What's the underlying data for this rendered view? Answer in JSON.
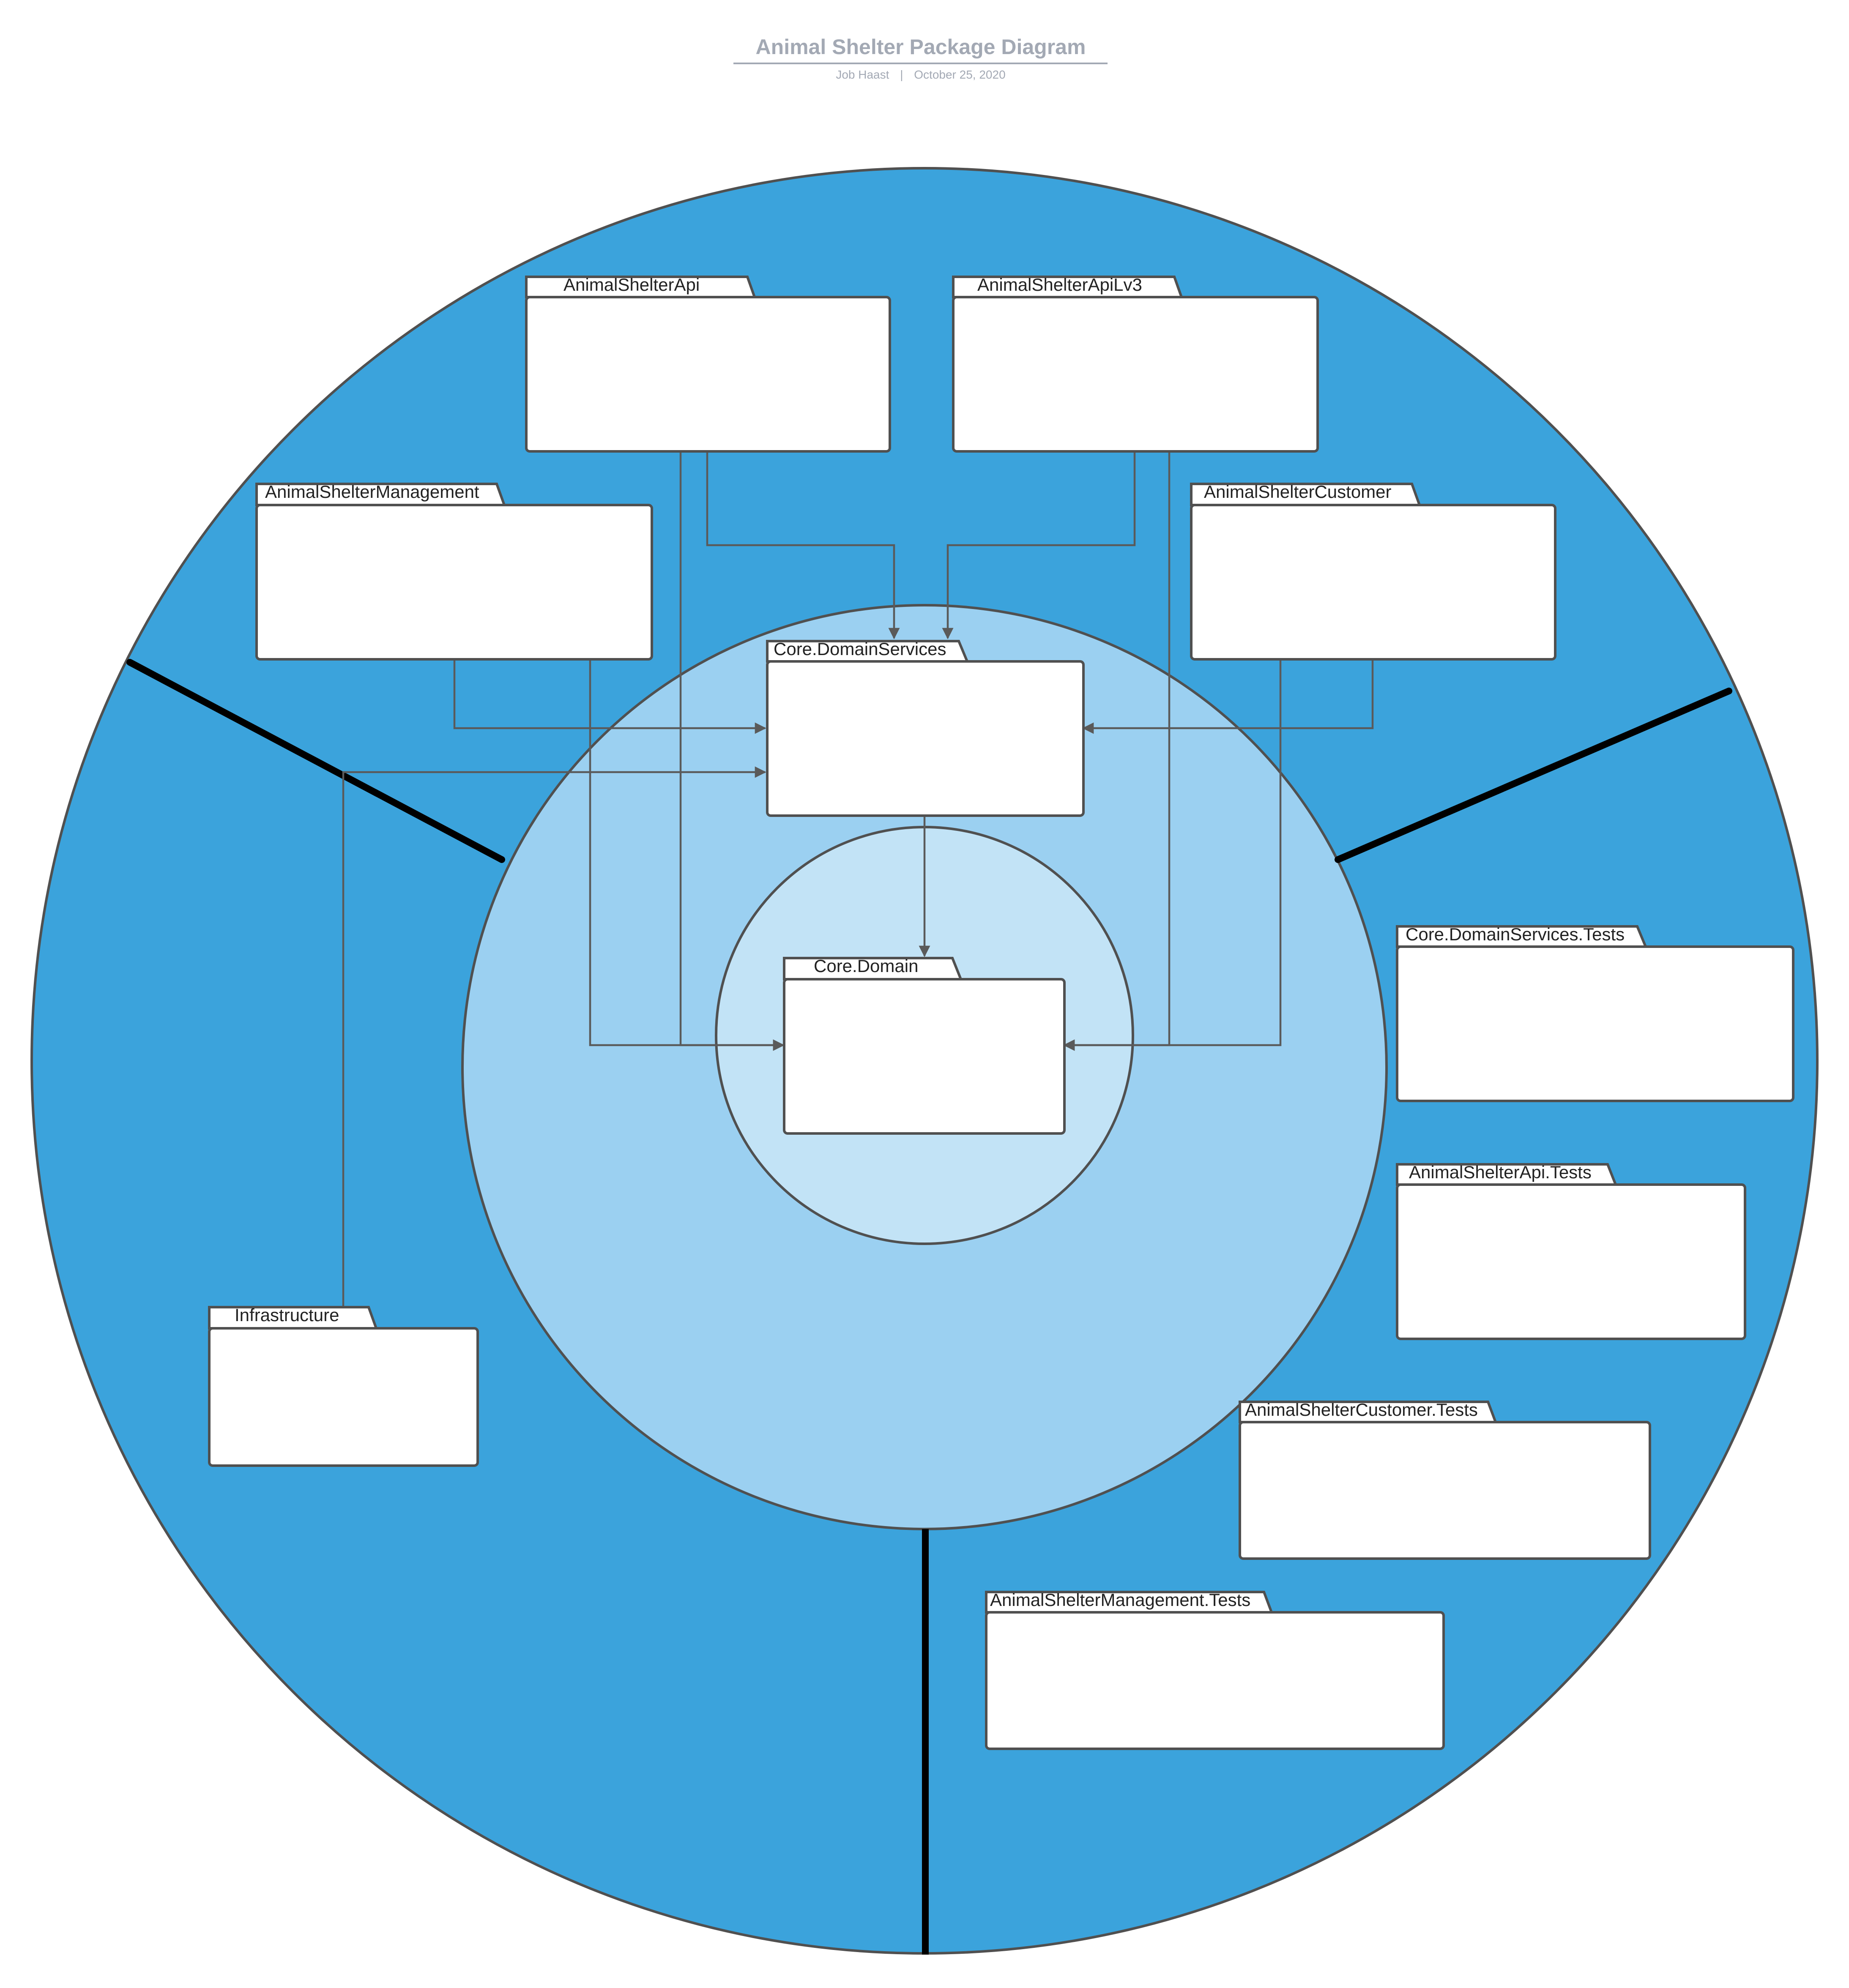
{
  "header": {
    "title": "Animal Shelter Package Diagram",
    "author": "Job Haast",
    "separator": "|",
    "date": "October 25, 2020"
  },
  "colors": {
    "outer_ring": "#3ba3dc",
    "middle_ring": "#9bd0f1",
    "inner_ring": "#c2e3f6",
    "outline": "#505050",
    "divider": "#000000",
    "connector": "#5a5a5a"
  },
  "packages": {
    "api": "AnimalShelterApi",
    "api_lv3": "AnimalShelterApiLv3",
    "management": "AnimalShelterManagement",
    "customer": "AnimalShelterCustomer",
    "domain_services": "Core.DomainServices",
    "domain": "Core.Domain",
    "infrastructure": "Infrastructure",
    "domain_services_tests": "Core.DomainServices.Tests",
    "api_tests": "AnimalShelterApi.Tests",
    "customer_tests": "AnimalShelterCustomer.Tests",
    "management_tests": "AnimalShelterManagement.Tests"
  }
}
